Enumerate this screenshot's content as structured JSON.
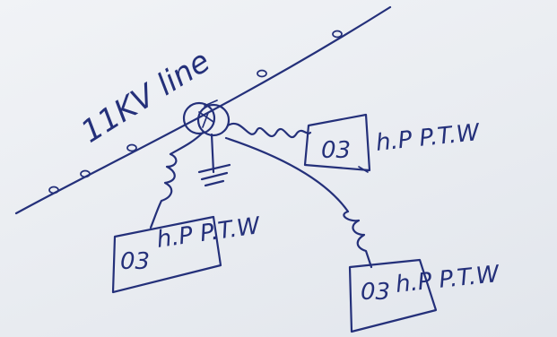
{
  "line_label": "11KV line",
  "loads": [
    {
      "box_label": "03",
      "suffix": "h.P P.T.W"
    },
    {
      "box_label": "03",
      "suffix": "h.P P.T.W"
    },
    {
      "box_label": "03",
      "suffix": "h.P P.T.W"
    }
  ],
  "ink_color": "#24307a"
}
